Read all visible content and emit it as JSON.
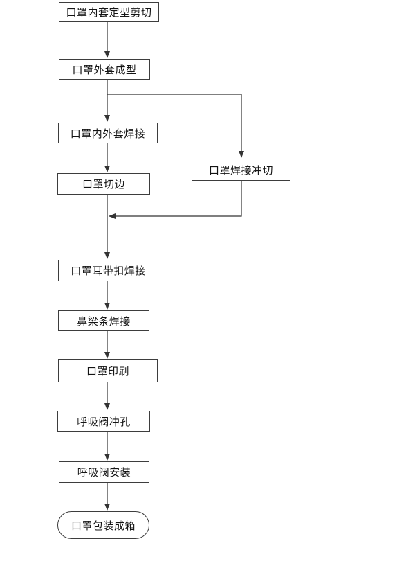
{
  "diagram": {
    "type": "flowchart",
    "colors": {
      "background": "#ffffff",
      "node_fill": "#ffffff",
      "node_border": "#3d3d3d",
      "text": "#141414",
      "connector": "#333333"
    },
    "nodes": [
      {
        "id": "n1",
        "label": "口罩内套定型剪切",
        "shape": "process"
      },
      {
        "id": "n2",
        "label": "口罩外套成型",
        "shape": "process"
      },
      {
        "id": "n3",
        "label": "口罩内外套焊接",
        "shape": "process"
      },
      {
        "id": "n4",
        "label": "口罩焊接冲切",
        "shape": "process"
      },
      {
        "id": "n5",
        "label": "口罩切边",
        "shape": "process"
      },
      {
        "id": "n6",
        "label": "口罩耳带扣焊接",
        "shape": "process"
      },
      {
        "id": "n7",
        "label": "鼻梁条焊接",
        "shape": "process"
      },
      {
        "id": "n8",
        "label": "口罩印刷",
        "shape": "process"
      },
      {
        "id": "n9",
        "label": "呼吸阀冲孔",
        "shape": "process"
      },
      {
        "id": "n10",
        "label": "呼吸阀安装",
        "shape": "process"
      },
      {
        "id": "n11",
        "label": "口罩包装成箱",
        "shape": "terminator"
      }
    ],
    "edges": [
      {
        "from": "n1",
        "to": "n2"
      },
      {
        "from": "n2",
        "to": "n3"
      },
      {
        "from": "n2",
        "to": "n4"
      },
      {
        "from": "n3",
        "to": "n5"
      },
      {
        "from": "n4",
        "to": "n6"
      },
      {
        "from": "n5",
        "to": "n6"
      },
      {
        "from": "n6",
        "to": "n7"
      },
      {
        "from": "n7",
        "to": "n8"
      },
      {
        "from": "n8",
        "to": "n9"
      },
      {
        "from": "n9",
        "to": "n10"
      },
      {
        "from": "n10",
        "to": "n11"
      }
    ]
  }
}
